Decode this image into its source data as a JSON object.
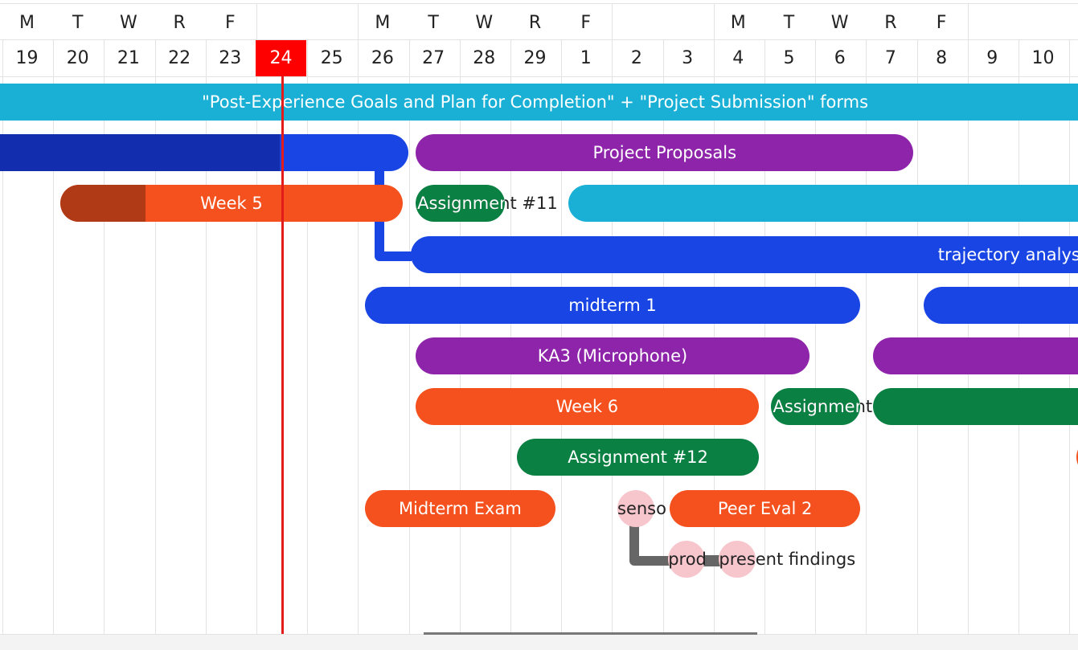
{
  "header": {
    "weekdays": [
      {
        "col": 0,
        "label": "M"
      },
      {
        "col": 1,
        "label": "T"
      },
      {
        "col": 2,
        "label": "W"
      },
      {
        "col": 3,
        "label": "R"
      },
      {
        "col": 4,
        "label": "F"
      },
      {
        "col": 7,
        "label": "M"
      },
      {
        "col": 8,
        "label": "T"
      },
      {
        "col": 9,
        "label": "W"
      },
      {
        "col": 10,
        "label": "R"
      },
      {
        "col": 11,
        "label": "F"
      },
      {
        "col": 14,
        "label": "M"
      },
      {
        "col": 15,
        "label": "T"
      },
      {
        "col": 16,
        "label": "W"
      },
      {
        "col": 17,
        "label": "R"
      },
      {
        "col": 18,
        "label": "F"
      }
    ],
    "dates": [
      "19",
      "20",
      "21",
      "22",
      "23",
      "24",
      "25",
      "26",
      "27",
      "28",
      "29",
      "1",
      "2",
      "3",
      "4",
      "5",
      "6",
      "7",
      "8",
      "9",
      "10"
    ],
    "today_index": 5
  },
  "colors": {
    "cyan": "#1ab0d6",
    "blue": "#1845e4",
    "dark_blue": "#122eaf",
    "purple": "#8e24aa",
    "orange": "#f4511e",
    "dark_orange": "#b13a16",
    "green": "#0b8043",
    "milestone": "#f7c5cc",
    "today": "#ff0000",
    "connector_gray": "#666666"
  },
  "tasks": [
    {
      "id": "goals-forms",
      "label": "\"Post-Experience Goals and Plan for Completion\" + \"Project Submission\" forms",
      "color": "cyan",
      "start": -1,
      "end": 22,
      "row": 0,
      "square": true
    },
    {
      "id": "blue-top",
      "label": "",
      "color": "blue",
      "start": -1,
      "end": 8,
      "row": 1,
      "progress": 0.72,
      "progress_color": "dark_blue"
    },
    {
      "id": "project-proposals",
      "label": "Project Proposals",
      "color": "purple",
      "start": 8.15,
      "end": 17.95,
      "row": 1
    },
    {
      "id": "week5",
      "label": "Week 5",
      "color": "orange",
      "start": 1.15,
      "end": 7.9,
      "row": 2,
      "progress": 0.25,
      "progress_color": "dark_orange"
    },
    {
      "id": "assignment11",
      "label": "Assignment #11",
      "color": "green",
      "start": 8.15,
      "end": 9.9,
      "row": 2,
      "label_overflow": true
    },
    {
      "id": "cyan-row2",
      "label": "",
      "color": "cyan",
      "start": 11.15,
      "end": 22,
      "row": 2
    },
    {
      "id": "trajectory",
      "label": "trajectory analysis",
      "color": "blue",
      "start": 8.05,
      "end": 22,
      "row": 3,
      "label_left": true
    },
    {
      "id": "midterm1",
      "label": "midterm 1",
      "color": "blue",
      "start": 7.15,
      "end": 16.9,
      "row": 4
    },
    {
      "id": "blue-row4-right",
      "label": "",
      "color": "blue",
      "start": 18.15,
      "end": 22,
      "row": 4
    },
    {
      "id": "ka3",
      "label": "KA3 (Microphone)",
      "color": "purple",
      "start": 8.15,
      "end": 15.9,
      "row": 5
    },
    {
      "id": "purple-row5-right",
      "label": "",
      "color": "purple",
      "start": 17.15,
      "end": 22,
      "row": 5
    },
    {
      "id": "week6",
      "label": "Week 6",
      "color": "orange",
      "start": 8.15,
      "end": 14.9,
      "row": 6
    },
    {
      "id": "assignment-row6",
      "label": "Assignment",
      "color": "green",
      "start": 15.15,
      "end": 16.9,
      "row": 6,
      "label_overflow": true
    },
    {
      "id": "green-row6-right",
      "label": "",
      "color": "green",
      "start": 17.15,
      "end": 22,
      "row": 6
    },
    {
      "id": "assignment12",
      "label": "Assignment #12",
      "color": "green",
      "start": 10.15,
      "end": 14.9,
      "row": 7
    },
    {
      "id": "orange-edge-row7",
      "label": "",
      "color": "orange",
      "start": 21.15,
      "end": 22,
      "row": 7
    },
    {
      "id": "midterm-exam",
      "label": "Midterm Exam",
      "color": "orange",
      "start": 7.15,
      "end": 10.9,
      "row": 8
    },
    {
      "id": "peer-eval2",
      "label": "Peer Eval 2",
      "color": "orange",
      "start": 13.15,
      "end": 16.9,
      "row": 8
    }
  ],
  "milestones": [
    {
      "id": "sensors",
      "label": "senso",
      "col": 12.5,
      "row": 8
    },
    {
      "id": "prod",
      "label": "prod",
      "col": 13.5,
      "row": 9
    },
    {
      "id": "present-findings",
      "label": "present findings",
      "col": 14.5,
      "row": 9
    }
  ]
}
